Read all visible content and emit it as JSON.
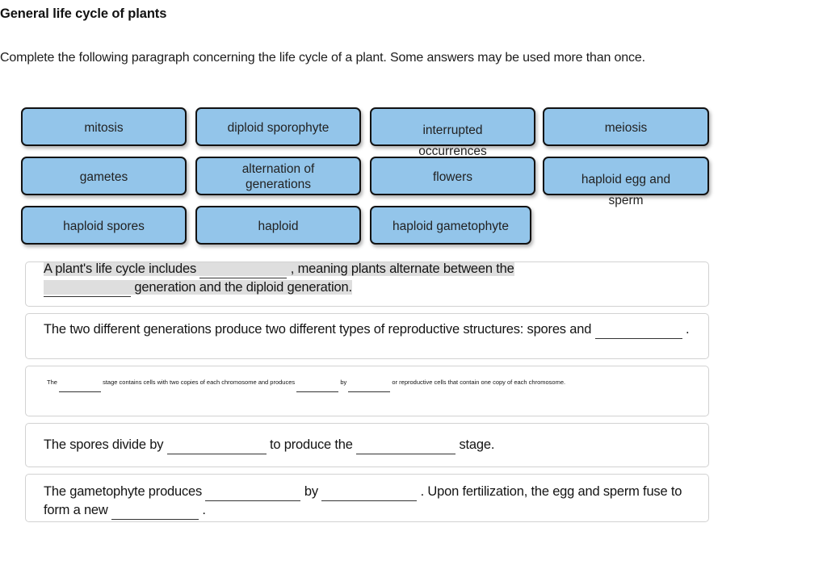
{
  "page": {
    "title": "General life cycle of plants",
    "prompt": "Complete the following paragraph concerning the life cycle of a plant. Some answers may be used more than once."
  },
  "colors": {
    "tile_fill": "#93c5ea",
    "tile_border": "#121212",
    "box_border": "#d2d2d2",
    "selection_highlight": "#dedede",
    "text": "#141414"
  },
  "tiles": [
    {
      "label": "mitosis",
      "row": 1,
      "col": 1,
      "overflow": false
    },
    {
      "label": "diploid sporophyte",
      "row": 1,
      "col": 2,
      "overflow": false
    },
    {
      "label": "interrupted occurrences",
      "line1": "interrupted",
      "line2": "occurrences",
      "row": 1,
      "col": 3,
      "overflow": true
    },
    {
      "label": "meiosis",
      "row": 1,
      "col": 4,
      "overflow": false
    },
    {
      "label": "gametes",
      "row": 2,
      "col": 1,
      "overflow": false
    },
    {
      "label": "alternation of generations",
      "line1": "alternation of",
      "line2": "generations",
      "row": 2,
      "col": 2,
      "overflow": false
    },
    {
      "label": "flowers",
      "row": 2,
      "col": 3,
      "overflow": false
    },
    {
      "label": "haploid egg and sperm",
      "line1": "haploid egg and",
      "line2": "sperm",
      "row": 2,
      "col": 4,
      "overflow": true
    },
    {
      "label": "haploid spores",
      "row": 3,
      "col": 1,
      "overflow": false
    },
    {
      "label": "haploid",
      "row": 3,
      "col": 2,
      "overflow": false
    },
    {
      "label": "haploid gametophyte",
      "row": 3,
      "col": 3,
      "overflow": false
    }
  ],
  "sentences": [
    {
      "id": 1,
      "selected": true,
      "parts": [
        "A plant's life cycle includes ",
        "BLANK",
        " , meaning plants alternate between the ",
        "BLANK",
        " generation and the diploid generation."
      ],
      "seg1": "A plant's life cycle includes ",
      "seg2": " , meaning plants alternate between the ",
      "seg3": " generation and the diploid generation."
    },
    {
      "id": 2,
      "selected": false,
      "seg1": "The two different generations produce two different types of reproductive structures: spores and ",
      "seg2": " ."
    },
    {
      "id": 3,
      "selected": false,
      "seg1": "The ",
      "seg2": " stage contains cells with two copies of each chromosome and produces ",
      "seg3": " by ",
      "seg4": " or reproductive cells that contain one copy of each chromosome."
    },
    {
      "id": 4,
      "selected": false,
      "seg1": "The spores divide by ",
      "seg2": " to produce the ",
      "seg3": " stage."
    },
    {
      "id": 5,
      "selected": false,
      "seg1": "The gametophyte produces ",
      "seg2": " by ",
      "seg3": " . Upon fertilization, the egg and sperm fuse to form a new ",
      "seg4": " ."
    }
  ]
}
